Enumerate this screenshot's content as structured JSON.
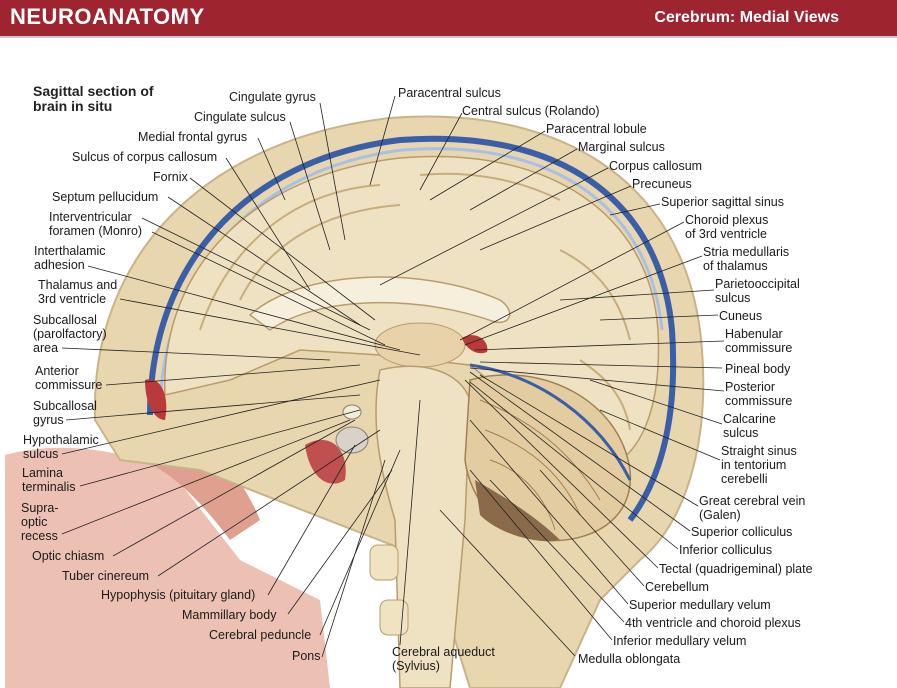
{
  "header": {
    "section": "NEUROANATOMY",
    "plate_title": "Cerebrum: Medial Views"
  },
  "figure_title": [
    "Sagittal section of",
    "brain in situ"
  ],
  "colors": {
    "header_bg": "#9e2430",
    "brain": "#eadcb9",
    "meninges": "#3a5fa8",
    "bone": "#e8d9b5",
    "soft_tissue": "#e8b4a8"
  },
  "labels": {
    "cingulate_gyrus": "Cingulate gyrus",
    "cingulate_sulcus": "Cingulate sulcus",
    "medial_frontal_gyrus": "Medial frontal gyrus",
    "sulcus_corpus_callosum": "Sulcus of corpus callosum",
    "fornix": "Fornix",
    "septum_pellucidum": "Septum pellucidum",
    "interventricular_1": "Interventricular",
    "interventricular_2": "foramen (Monro)",
    "interthalamic_1": "Interthalamic",
    "interthalamic_2": "adhesion",
    "thalamus_1": "Thalamus and",
    "thalamus_2": "3rd ventricle",
    "subcallosal_area_1": "Subcallosal",
    "subcallosal_area_2": "(parolfactory)",
    "subcallosal_area_3": "area",
    "anterior_commissure_1": "Anterior",
    "anterior_commissure_2": "commissure",
    "subcallosal_gyrus_1": "Subcallosal",
    "subcallosal_gyrus_2": "gyrus",
    "hypothalamic_1": "Hypothalamic",
    "hypothalamic_2": "sulcus",
    "lamina_1": "Lamina",
    "lamina_2": "terminalis",
    "supraoptic_1": "Supra-",
    "supraoptic_2": "optic",
    "supraoptic_3": "recess",
    "optic_chiasm": "Optic chiasm",
    "tuber_cinereum": "Tuber cinereum",
    "hypophysis": "Hypophysis (pituitary gland)",
    "mammillary": "Mammillary body",
    "cerebral_peduncle": "Cerebral peduncle",
    "pons": "Pons",
    "aqueduct_1": "Cerebral aqueduct",
    "aqueduct_2": "(Sylvius)",
    "medulla": "Medulla oblongata",
    "paracentral_sulcus": "Paracentral sulcus",
    "central_sulcus": "Central sulcus (Rolando)",
    "paracentral_lobule": "Paracentral lobule",
    "marginal_sulcus": "Marginal sulcus",
    "corpus_callosum": "Corpus callosum",
    "precuneus": "Precuneus",
    "superior_sagittal_sinus": "Superior sagittal sinus",
    "choroid_plexus_1": "Choroid plexus",
    "choroid_plexus_2": "of 3rd ventricle",
    "stria_1": "Stria medullaris",
    "stria_2": "of thalamus",
    "parietooccipital_1": "Parietooccipital",
    "parietooccipital_2": "sulcus",
    "cuneus": "Cuneus",
    "habenular_1": "Habenular",
    "habenular_2": "commissure",
    "pineal": "Pineal body",
    "posterior_commissure_1": "Posterior",
    "posterior_commissure_2": "commissure",
    "calcarine_1": "Calcarine",
    "calcarine_2": "sulcus",
    "straight_sinus_1": "Straight sinus",
    "straight_sinus_2": "in tentorium",
    "straight_sinus_3": "cerebelli",
    "great_vein_1": "Great cerebral vein",
    "great_vein_2": "(Galen)",
    "superior_colliculus": "Superior colliculus",
    "inferior_colliculus": "Inferior colliculus",
    "tectal_plate": "Tectal (quadrigeminal) plate",
    "cerebellum": "Cerebellum",
    "superior_medullary_velum": "Superior medullary velum",
    "fourth_ventricle": "4th ventricle and choroid plexus",
    "inferior_medullary_velum": "Inferior medullary velum"
  }
}
